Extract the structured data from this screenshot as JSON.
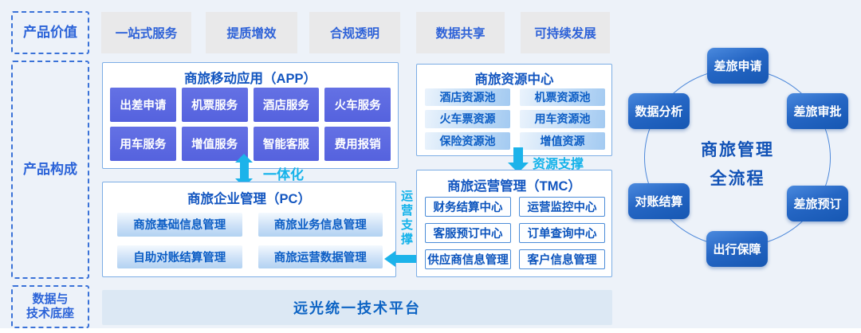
{
  "colors": {
    "page_bg": "#edf2f9",
    "primary_text_blue": "#2b63d8",
    "box_header_blue": "#1356c0",
    "cyan_accent": "#13b2ea",
    "app_tile_purple": "#5b68e0",
    "resource_pill_blue": "#a3caf1",
    "node_blue_start": "#4b8ade",
    "node_blue_end": "#1657b2",
    "value_button_gray": "#e9e9ea",
    "platform_bar_bg": "#dce8f4"
  },
  "left_panel": {
    "product_value": "产品价值",
    "product_composition": "产品构成",
    "data_tech_line1": "数据与",
    "data_tech_line2": "技术底座"
  },
  "value_row": {
    "items": [
      "一站式服务",
      "提质增效",
      "合规透明",
      "数据共享",
      "可持续发展"
    ]
  },
  "app_box": {
    "title": "商旅移动应用（APP）",
    "items": [
      "出差申请",
      "机票服务",
      "酒店服务",
      "火车服务",
      "用车服务",
      "增值服务",
      "智能客服",
      "费用报销"
    ]
  },
  "resource_box": {
    "title": "商旅资源中心",
    "items": [
      "酒店资源池",
      "机票资源池",
      "火车票资源",
      "用车资源池",
      "保险资源池",
      "增值资源"
    ]
  },
  "pc_box": {
    "title": "商旅企业管理（PC）",
    "items": [
      "商旅基础信息管理",
      "商旅业务信息管理",
      "自助对账结算管理",
      "商旅运营数据管理"
    ]
  },
  "tmc_box": {
    "title": "商旅运营管理（TMC）",
    "items": [
      "财务结算中心",
      "运营监控中心",
      "客服预订中心",
      "订单查询中心",
      "供应商信息管理",
      "客户信息管理"
    ]
  },
  "connectors": {
    "integration_label": "一体化",
    "resource_support_label": "资源支撑",
    "operation_support_label": "运营支撑"
  },
  "cycle": {
    "center_line1": "商旅管理",
    "center_line2": "全流程",
    "nodes": [
      "差旅申请",
      "差旅审批",
      "差旅预订",
      "出行保障",
      "对账结算",
      "数据分析"
    ]
  },
  "platform": {
    "label": "远光统一技术平台"
  }
}
